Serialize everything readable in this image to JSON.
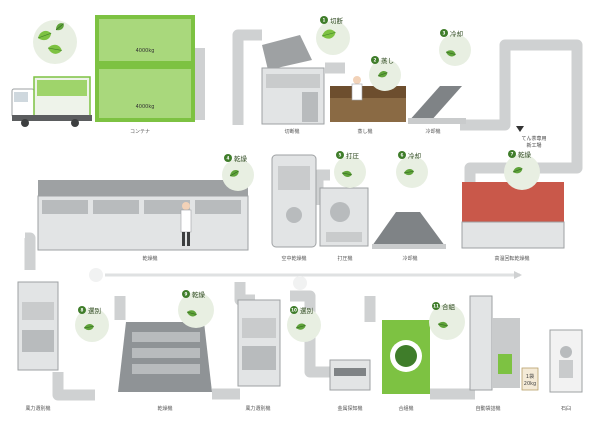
{
  "colors": {
    "accent_green": "#7dc242",
    "leaf_dark": "#3f7d2a",
    "duct_gray": "#c9cbcc",
    "machine_gray": "#9ea1a3",
    "roof_red": "#c9584a",
    "bubble_bg": "#e8efe2"
  },
  "containers": {
    "top_weight": "4000kg",
    "bottom_weight": "4000kg"
  },
  "labels": {
    "container": "コンテナ",
    "cutter": "切断機",
    "steamer": "蒸し機",
    "cooler1": "冷却機",
    "arrival_line1": "てん茶専用",
    "arrival_line2": "新工場",
    "dryer1": "乾燥機",
    "mid_dryer": "空中乾燥機",
    "press": "打圧機",
    "cooler2": "冷却機",
    "high_temp_dryer": "高温回転乾燥機",
    "wind_sorter1": "風力選別機",
    "dryer2": "乾燥機",
    "wind_sorter2": "風力選別機",
    "metal_detector": "金属探知機",
    "blender": "合組機",
    "auto_packer": "自動袋詰機",
    "ishi": "石臼"
  },
  "bubbles": [
    {
      "num": "1",
      "text": "切断"
    },
    {
      "num": "2",
      "text": "蒸し"
    },
    {
      "num": "3",
      "text": "冷却"
    },
    {
      "num": "4",
      "text": "乾燥"
    },
    {
      "num": "5",
      "text": "打圧"
    },
    {
      "num": "6",
      "text": "冷却"
    },
    {
      "num": "7",
      "text": "乾燥"
    },
    {
      "num": "8",
      "text": "選別"
    },
    {
      "num": "9",
      "text": "乾燥"
    },
    {
      "num": "10",
      "text": "選別"
    },
    {
      "num": "11",
      "text": "合組"
    }
  ],
  "package": {
    "line1": "1袋",
    "line2": "20kg"
  }
}
